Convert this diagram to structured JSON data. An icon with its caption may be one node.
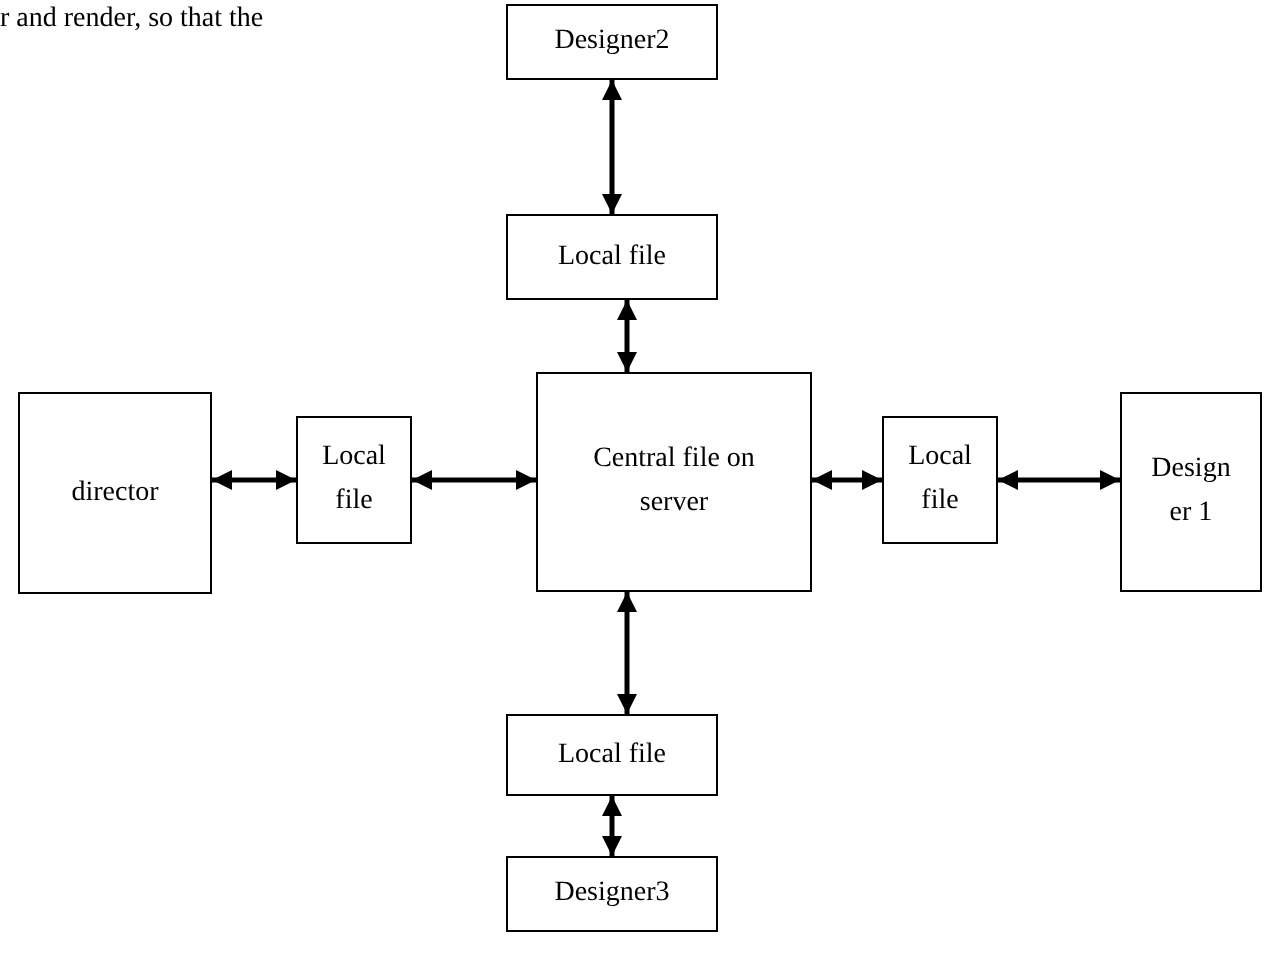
{
  "diagram": {
    "nodes": [
      {
        "text": [
          "Designer2"
        ]
      },
      {
        "text": [
          "Local file"
        ]
      },
      {
        "text": [
          "director"
        ]
      },
      {
        "text": [
          "Local file"
        ]
      },
      {
        "text": [
          "Central file on server"
        ]
      },
      {
        "text": [
          "Local file"
        ]
      },
      {
        "text": [
          "Designer 1"
        ]
      },
      {
        "text": [
          "Local file"
        ]
      },
      {
        "text": [
          "Designer3"
        ]
      }
    ],
    "edges": [
      {
        "from": 0,
        "to": 1,
        "arrow": "both"
      },
      {
        "from": 1,
        "to": 4,
        "arrow": "both"
      },
      {
        "from": 2,
        "to": 3,
        "arrow": "both"
      },
      {
        "from": 3,
        "to": 4,
        "arrow": "both"
      },
      {
        "from": 4,
        "to": 5,
        "arrow": "both"
      },
      {
        "from": 5,
        "to": 6,
        "arrow": "both"
      },
      {
        "from": 4,
        "to": 7,
        "arrow": "both"
      },
      {
        "from": 7,
        "to": 8,
        "arrow": "both"
      }
    ],
    "labels": [
      "r and render, so that the"
    ]
  }
}
